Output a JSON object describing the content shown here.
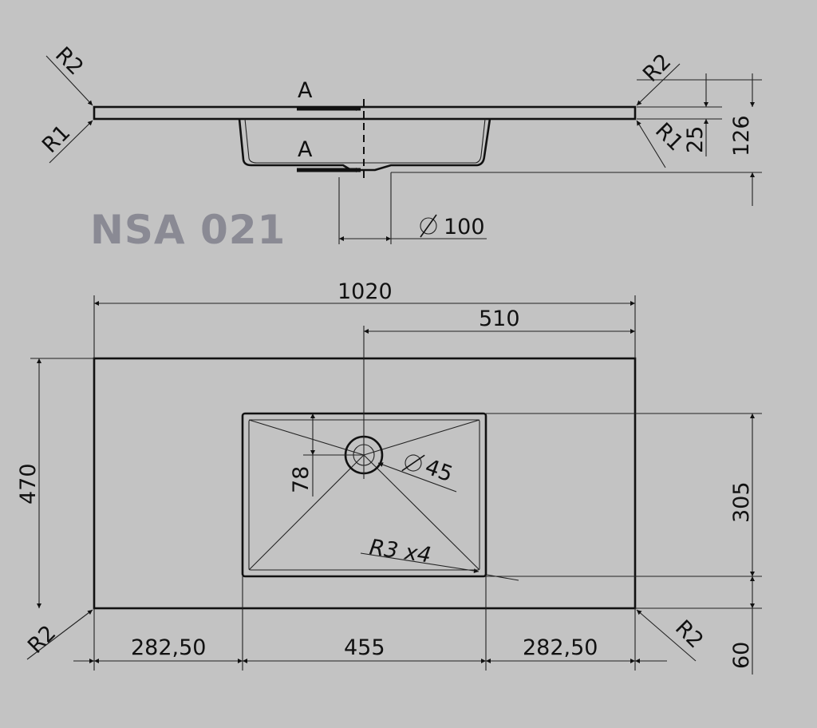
{
  "product_code": "NSA 021",
  "section_view": {
    "section_label": "A",
    "radius_outer_left": "R2",
    "radius_inner_left": "R1",
    "radius_outer_right": "R2",
    "radius_inner_right": "R1",
    "thickness": "25",
    "total_height": "126",
    "drain_diameter": "100"
  },
  "plan_view": {
    "overall_width": "1020",
    "center_offset": "510",
    "overall_depth": "470",
    "tap_offset": "78",
    "tap_hole_diameter": "45",
    "bowl_corner_radius": "R3 x4",
    "bowl_depth": "305",
    "front_margin": "60",
    "left_margin": "282,50",
    "bowl_width": "455",
    "right_margin": "282,50",
    "corner_radius_left": "R2",
    "corner_radius_right": "R2"
  },
  "colors": {
    "background": "#c3c3c3",
    "line": "#111111",
    "title": "#8a8a94"
  }
}
